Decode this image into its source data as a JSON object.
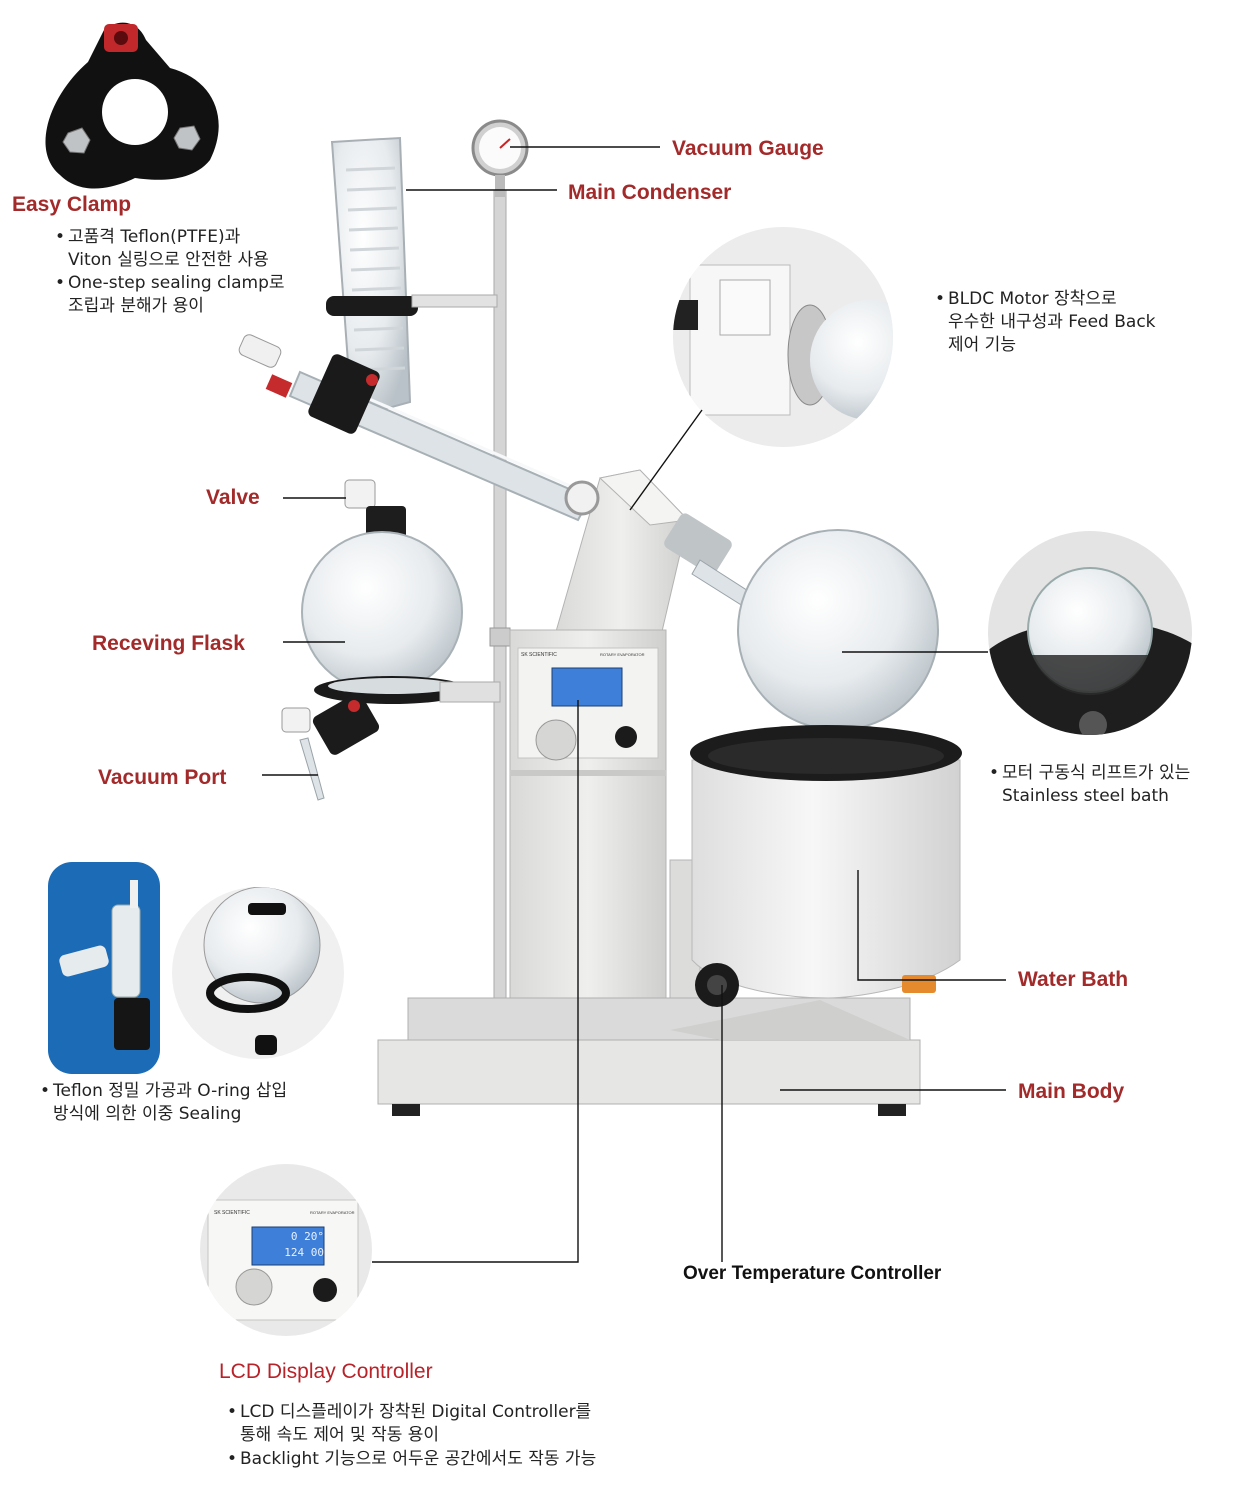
{
  "labels": {
    "vacuum_gauge": "Vacuum Gauge",
    "main_condenser": "Main Condenser",
    "easy_clamp": "Easy Clamp",
    "valve": "Valve",
    "receiving_flask": "Receving Flask",
    "vacuum_port": "Vacuum Port",
    "water_bath": "Water Bath",
    "main_body": "Main Body",
    "over_temp": "Over Temperature Controller",
    "lcd_controller": "LCD Display Controller"
  },
  "easy_clamp_bullets": [
    [
      "고품격 Teflon(PTFE)과",
      "Viton 실링으로 안전한 사용"
    ],
    [
      "One-step sealing clamp로",
      "조립과 분해가 용이"
    ]
  ],
  "motor_bullet": [
    "BLDC Motor 장착으로",
    "우수한 내구성과 Feed Back",
    "제어 기능"
  ],
  "bath_bullet": [
    "모터 구동식 리프트가 있는",
    "Stainless steel bath"
  ],
  "seal_bullet": [
    "Teflon 정밀 가공과 O-ring 삽입",
    "방식에 의한 이중 Sealing"
  ],
  "lcd_bullets": [
    [
      "LCD 디스플레이가 장착된 Digital Controller를",
      "통해 속도 제어 및 작동 용이"
    ],
    [
      "Backlight 기능으로 어두운 공간에서도 작동 가능"
    ]
  ],
  "panel": {
    "brand": "SK SCIENTIFIC",
    "model": "ROTARY EVAPORATOR",
    "lcd_top": "0 20°",
    "lcd_bottom": "124 00"
  },
  "colors": {
    "title_red": "#a32a2a",
    "body_grey": "#e4e4e2",
    "lcd_blue": "#3d7fd9",
    "bath_black": "#1c1c1c"
  }
}
